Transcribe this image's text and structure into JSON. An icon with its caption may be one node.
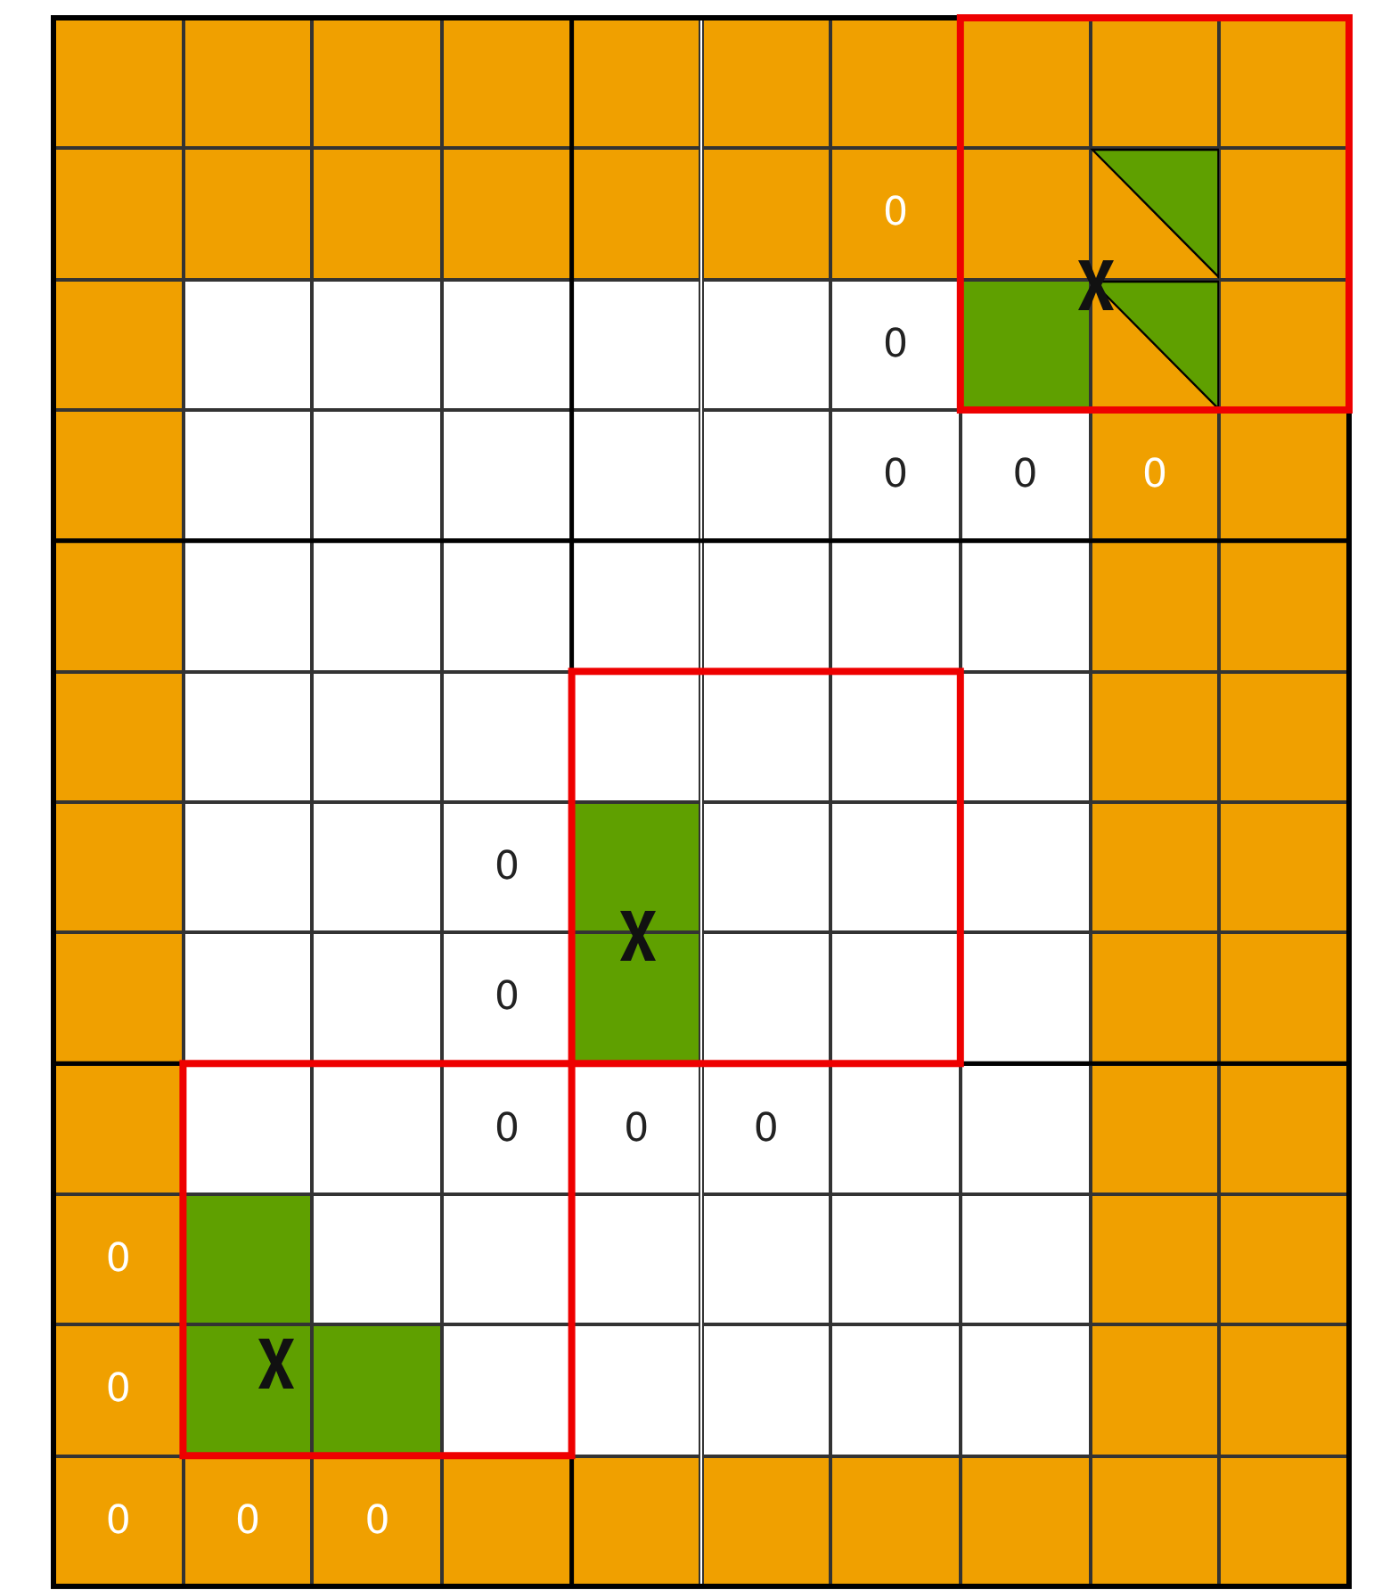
{
  "diagram": {
    "labels": [
      "0",
      "0",
      "0",
      "0",
      "0",
      "0",
      "0",
      "0",
      "0",
      "0",
      "0",
      "0",
      "0",
      "0",
      "0"
    ]
  }
}
